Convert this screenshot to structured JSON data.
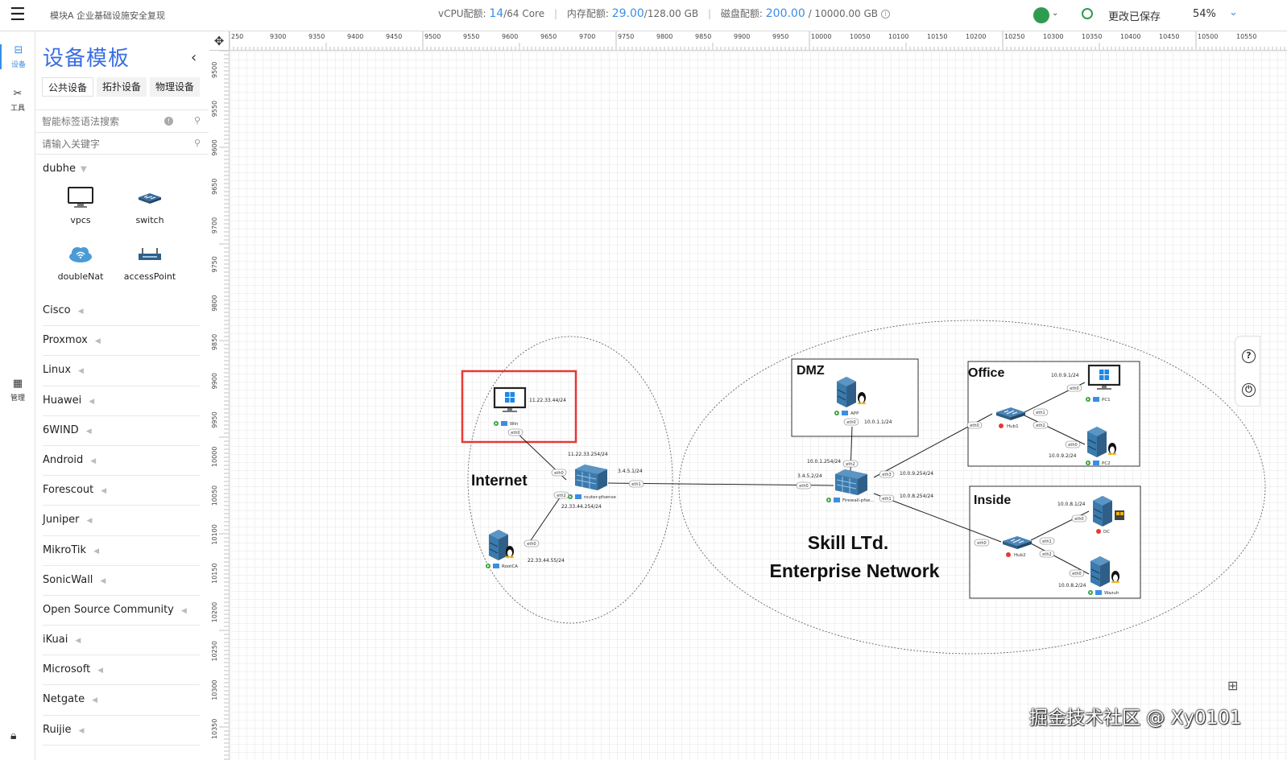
{
  "topbar": {
    "project_name": "模块A 企业基础设施安全复现",
    "vcpu_label": "vCPU配额:",
    "vcpu_used": "14",
    "vcpu_total": "/64 Core",
    "mem_label": "内存配额:",
    "mem_used": "29.00",
    "mem_total": "/128.00 GB",
    "disk_label": "磁盘配额:",
    "disk_used": "200.00",
    "disk_total": "/ 10000.00 GB",
    "save_status": "更改已保存",
    "zoom": "54%"
  },
  "rail": {
    "devices": "设备",
    "tools": "工具",
    "manage": "管理"
  },
  "panel": {
    "title": "设备模板",
    "tabs": [
      "公共设备",
      "拓扑设备",
      "物理设备"
    ],
    "smart_search_placeholder": "智能标签语法搜索",
    "keyword_placeholder": "请输入关键字",
    "group": "dubhe",
    "devices": [
      "vpcs",
      "switch",
      "doubleNat",
      "accessPoint"
    ],
    "categories": [
      "Cisco",
      "Proxmox",
      "Linux",
      "Huawei",
      "6WIND",
      "Android",
      "Forescout",
      "Juniper",
      "MikroTik",
      "SonicWall",
      "Open Source Community",
      "iKuai",
      "Microsoft",
      "Netgate",
      "Ruijie"
    ]
  },
  "ruler": {
    "h_ticks": [
      "250",
      "9300",
      "9350",
      "9400",
      "9450",
      "9500",
      "9550",
      "9600",
      "9650",
      "9700",
      "9750",
      "9800",
      "9850",
      "9900",
      "9950",
      "10000",
      "10050",
      "10100",
      "10150",
      "10200",
      "10250",
      "10300",
      "10350",
      "10400",
      "10450",
      "10500",
      "10550"
    ],
    "v_ticks": [
      "9500",
      "9550",
      "9600",
      "9650",
      "9700",
      "9750",
      "9800",
      "9850",
      "9900",
      "9950",
      "10000",
      "10050",
      "10100",
      "10150",
      "10200",
      "10250",
      "10300",
      "10350"
    ]
  },
  "topology": {
    "internet": "Internet",
    "enterprise_line1": "Skill LTd.",
    "enterprise_line2": "Enterprise Network",
    "dmz": "DMZ",
    "office": "Office",
    "inside": "Inside",
    "nodes": {
      "win": "Win",
      "router": "router-pfsense",
      "rootca": "RootCA",
      "app": "APP",
      "firewall": "Firewall-pfse...",
      "hub1": "Hub1",
      "pc1": "PC1",
      "pc2": "PC2",
      "hub2": "Hub2",
      "dc": "DC",
      "wazuh": "Wazuh"
    },
    "ips": {
      "win": "11.22.33.44/24",
      "router_eth0": "11.22.33.254/24",
      "router_eth1": "3.4.5.1/24",
      "router_eth2": "22.33.44.254/24",
      "rootca": "22.33.44.55/24",
      "app": "10.0.1.1/24",
      "fw_eth2": "10.0.1.254/24",
      "fw_eth0": "3.4.5.2/24",
      "fw_eth3": "10.0.9.254/24",
      "fw_eth1": "10.0.8.254/24",
      "pc1": "10.0.9.1/24",
      "pc2": "10.0.9.2/24",
      "dc": "10.0.8.1/24",
      "wazuh": "10.0.8.2/24"
    },
    "ports": {
      "eth0": "eth0",
      "eth1": "eth1",
      "eth2": "eth2",
      "eth3": "eth3"
    }
  },
  "watermark": "掘金技术社区 @ Xy0101",
  "colors": {
    "accent": "#3a8ee6",
    "highlight": "#e53935",
    "device": "#2f5f87"
  }
}
